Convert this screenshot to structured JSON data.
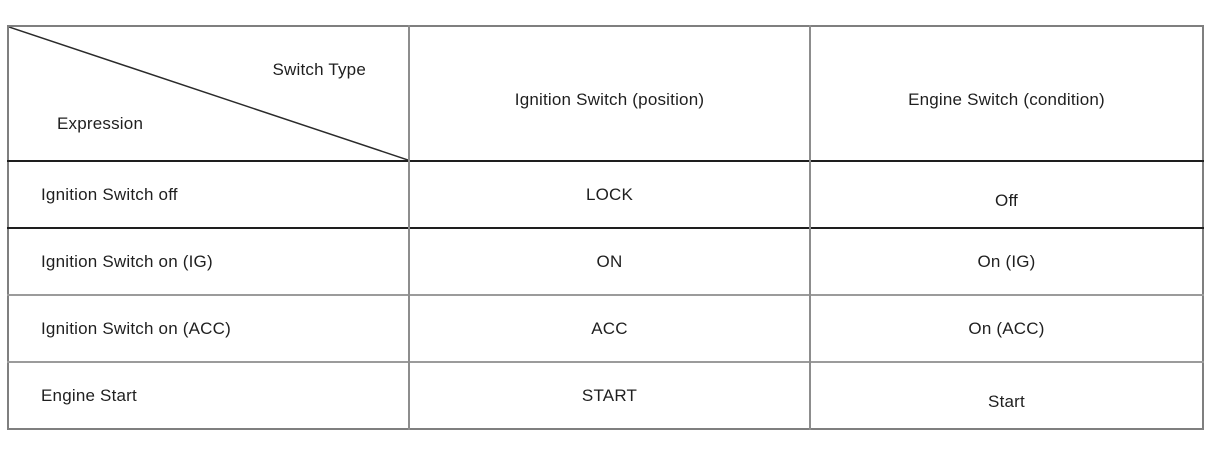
{
  "table": {
    "corner": {
      "top_label": "Switch Type",
      "bottom_label": "Expression"
    },
    "columns": [
      "Ignition Switch (position)",
      "Engine Switch (condition)"
    ],
    "rows": [
      {
        "expression": "Ignition Switch off",
        "ignition_position": "LOCK",
        "engine_condition": "Off"
      },
      {
        "expression": "Ignition Switch on (IG)",
        "ignition_position": "ON",
        "engine_condition": "On (IG)"
      },
      {
        "expression": "Ignition Switch on (ACC)",
        "ignition_position": "ACC",
        "engine_condition": "On (ACC)"
      },
      {
        "expression": "Engine Start",
        "ignition_position": "START",
        "engine_condition": "Start"
      }
    ],
    "colors": {
      "border_outer": "#7f7f7f",
      "border_vertical": "#8d8d8d",
      "separator_dark": "#1e1e1e",
      "separator_light": "#9b9b9b",
      "diagonal_line": "#2a2a2a",
      "text": "#1f1f1f",
      "background": "#ffffff"
    }
  }
}
